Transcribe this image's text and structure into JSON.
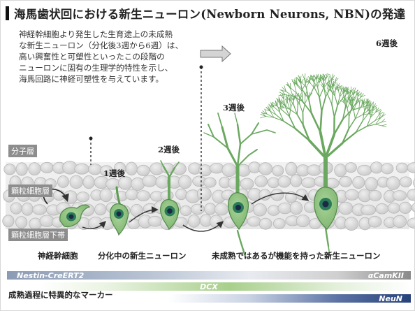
{
  "title": "海馬歯状回における新生ニューロン(Newborn Neurons, NBN)の発達",
  "description": [
    "神経幹細胞より発生した生育途上の未成熟",
    "な新生ニューロン（分化後3週から6週）は、",
    "高い興奮性と可塑性といったこの段階の",
    "ニューロンに固有の生理学的特性を示し、",
    "海馬回路に神経可塑性を与えています。"
  ],
  "layers": {
    "molecular": "分子層",
    "granule": "顆粒細胞層",
    "subgranular": "顆粒細胞層下帯"
  },
  "stages": {
    "week1": "1週後",
    "week2": "2週後",
    "week3": "3週後",
    "week6": "6週後"
  },
  "bottom_labels": {
    "stem": "神経幹細胞",
    "dividing": "分化中の新生ニューロン",
    "immature": "未成熟ではあるが機能を持った新生ニューロン"
  },
  "markers": {
    "nestin": "Nestin-CreERT2",
    "camk": "αCamKII",
    "dcx": "DCX",
    "neun": "NeuN",
    "caption": "成熟過程に特異的なマーカー"
  },
  "colors": {
    "cell_fill": "#8dc07f",
    "cell_stroke": "#4f8a48",
    "nucleus_outer": "#2a7a58",
    "nucleus_inner": "#1a2a44",
    "tissue": "#dcdcdc",
    "layer_label_bg": "#8d8d8d",
    "nestin_bar": "#9ba9c0",
    "camk_bar": "#8a8a8a",
    "dcx_bar": "#a8cf8c",
    "neun_bar": "#27427a"
  }
}
